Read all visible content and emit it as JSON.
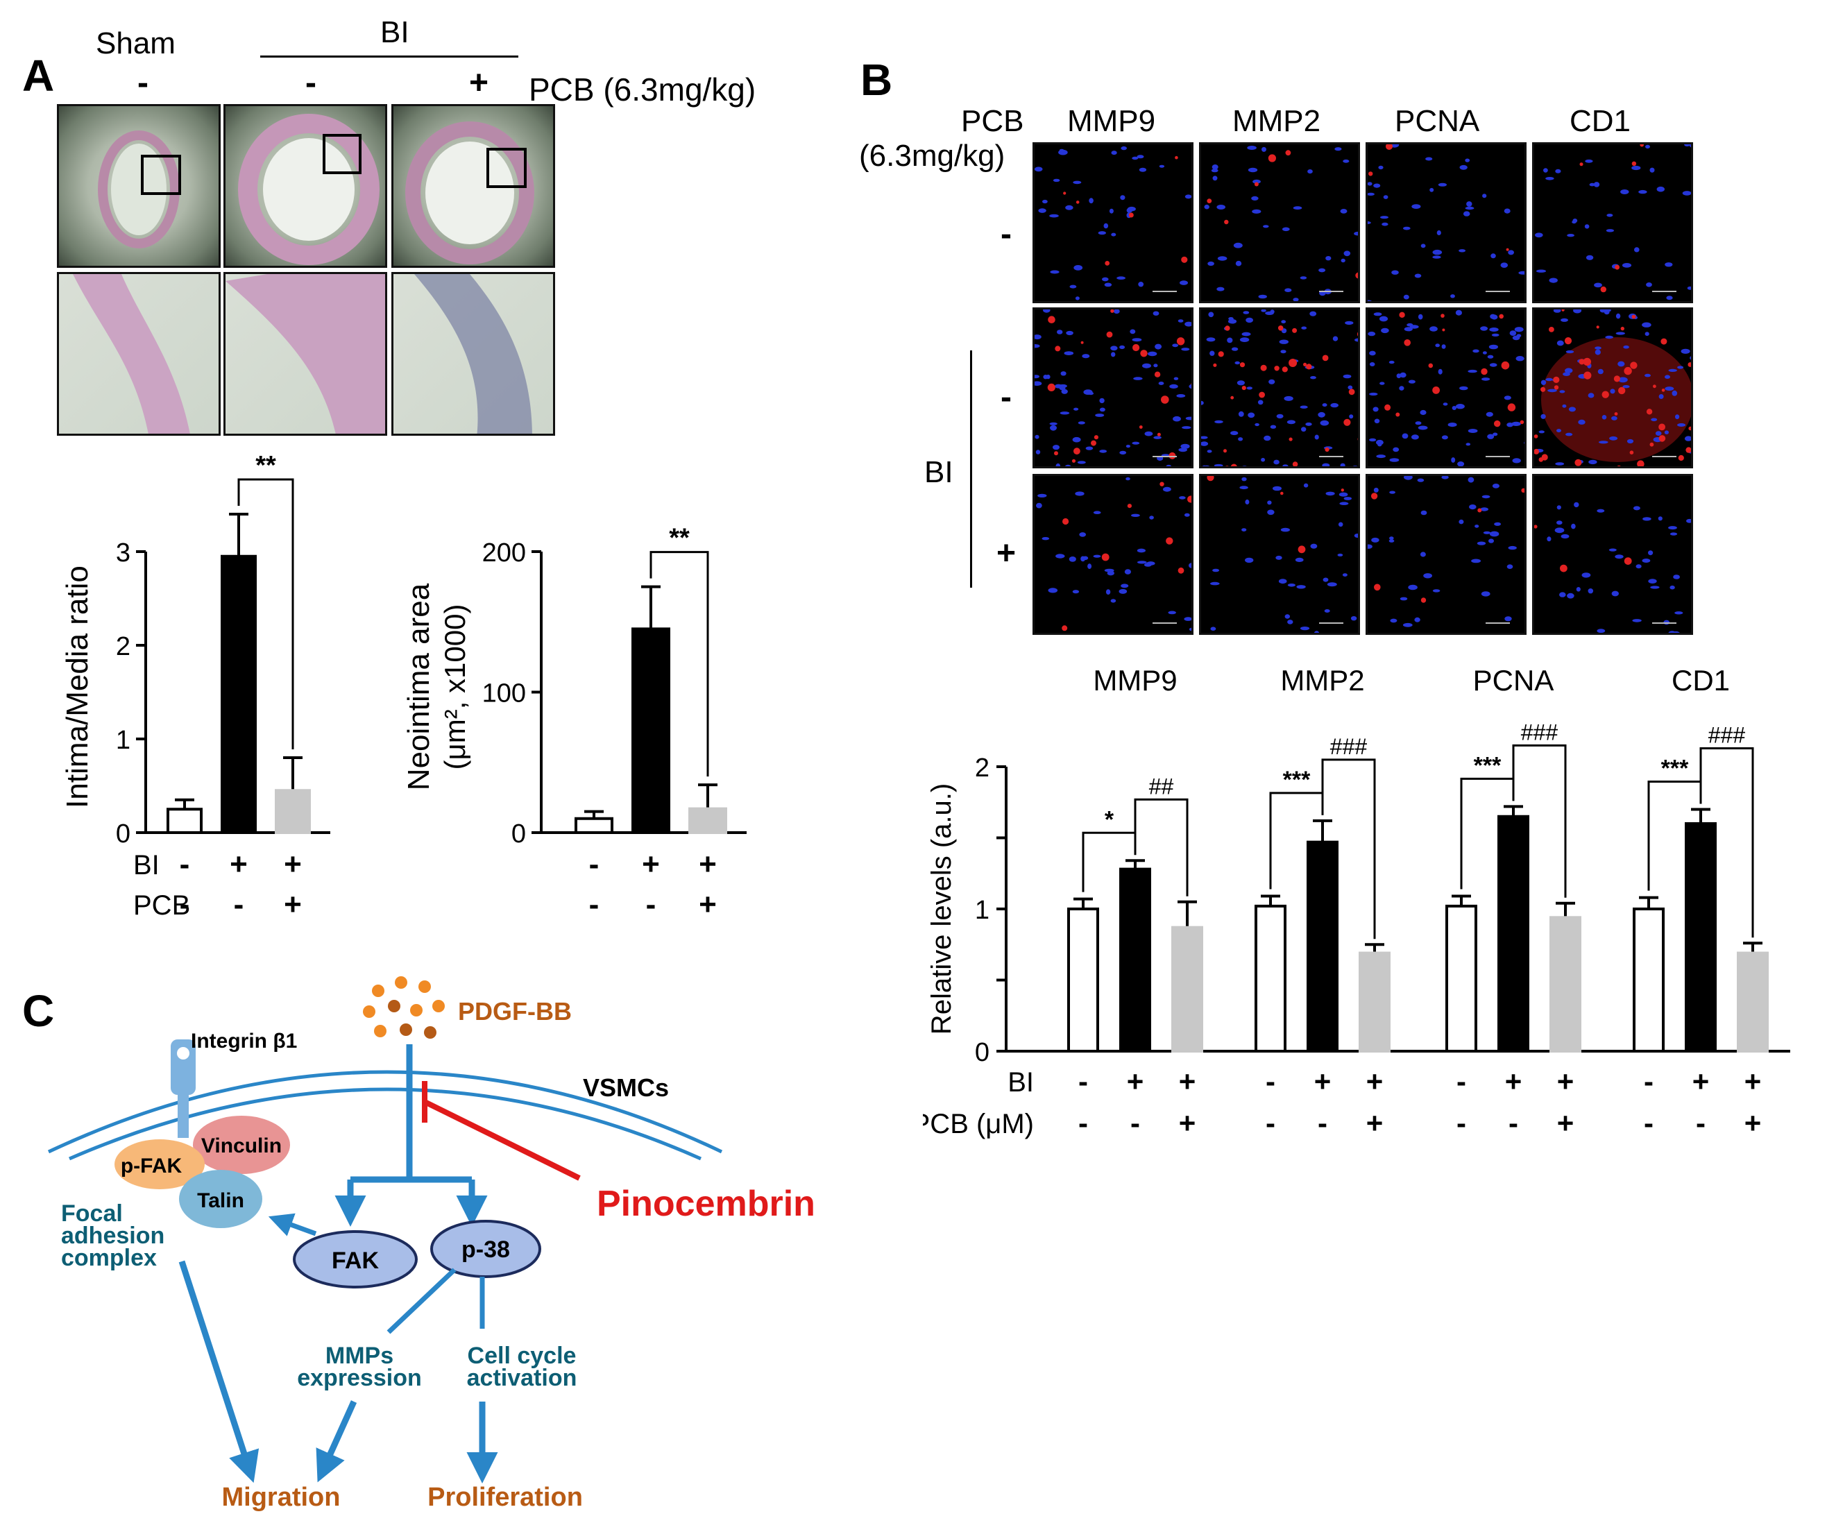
{
  "panels": {
    "A": {
      "letter": "A",
      "group_sham": "Sham",
      "group_bi": "BI",
      "treatment_label": "PCB (6.3mg/kg)",
      "columns": [
        {
          "sign": "-"
        },
        {
          "sign": "-"
        },
        {
          "sign": "+"
        }
      ]
    },
    "B": {
      "letter": "B",
      "treatment_label_line1": "PCB",
      "treatment_label_line2": "(6.3mg/kg)",
      "markers": [
        "MMP9",
        "MMP2",
        "PCNA",
        "CD1"
      ],
      "row_signs": [
        "-",
        "-",
        "+"
      ],
      "bi_label": "BI"
    },
    "C": {
      "letter": "C",
      "integrin": "Integrin β1",
      "pdgf": "PDGF-BB",
      "vsmc": "VSMCs",
      "vinculin": "Vinculin",
      "pfak": "p-FAK",
      "talin": "Talin",
      "focal_1": "Focal",
      "focal_2": "adhesion",
      "focal_3": "complex",
      "fak": "FAK",
      "p38": "p-38",
      "inhibitor": "Pinocembrin",
      "mmps_1": "MMPs",
      "mmps_2": "expression",
      "cell_1": "Cell cycle",
      "cell_2": "activation",
      "migration": "Migration",
      "proliferation": "Proliferation"
    }
  },
  "chart_data": [
    {
      "type": "bar",
      "ylabel": "Intima/Media ratio",
      "ylim": [
        0,
        3
      ],
      "yticks": [
        "0",
        "1",
        "2",
        "3"
      ],
      "categories": [
        "Sham",
        "BI",
        "BI+PCB"
      ],
      "values": [
        0.25,
        2.95,
        0.45
      ],
      "errors": [
        0.1,
        0.45,
        0.35
      ],
      "colors": [
        "#ffffff",
        "#000000",
        "#c8c8c8"
      ],
      "significance": [
        {
          "from": 1,
          "to": 2,
          "label": "**"
        }
      ],
      "row1_label": "BI",
      "row1": [
        "-",
        "+",
        "+"
      ],
      "row2_label": "PCB",
      "row2": [
        "-",
        "-",
        "+"
      ]
    },
    {
      "type": "bar",
      "ylabel_line1": "Neointima area",
      "ylabel_line2": "(μm², x1000)",
      "ylim": [
        0,
        200
      ],
      "yticks": [
        "0",
        "100",
        "200"
      ],
      "categories": [
        "Sham",
        "BI",
        "BI+PCB"
      ],
      "values": [
        10,
        145,
        17
      ],
      "errors": [
        5,
        30,
        17
      ],
      "colors": [
        "#ffffff",
        "#000000",
        "#c8c8c8"
      ],
      "significance": [
        {
          "from": 1,
          "to": 2,
          "label": "**"
        }
      ],
      "row1": [
        "-",
        "+",
        "+"
      ],
      "row2": [
        "-",
        "-",
        "+"
      ]
    },
    {
      "type": "bar",
      "ylabel": "Relative levels (a.u.)",
      "ylim": [
        0,
        2
      ],
      "yticks": [
        "0",
        "1",
        "2"
      ],
      "groups": [
        {
          "name": "MMP9",
          "values": [
            1.0,
            1.28,
            0.87
          ],
          "errors": [
            0.07,
            0.06,
            0.18
          ],
          "sig1": "*",
          "sig2": "##"
        },
        {
          "name": "MMP2",
          "values": [
            1.02,
            1.47,
            0.69
          ],
          "errors": [
            0.07,
            0.15,
            0.06
          ],
          "sig1": "***",
          "sig2": "###"
        },
        {
          "name": "PCNA",
          "values": [
            1.02,
            1.65,
            0.94
          ],
          "errors": [
            0.07,
            0.07,
            0.1
          ],
          "sig1": "***",
          "sig2": "###"
        },
        {
          "name": "CD1",
          "values": [
            1.0,
            1.6,
            0.69
          ],
          "errors": [
            0.08,
            0.1,
            0.07
          ],
          "sig1": "***",
          "sig2": "###"
        }
      ],
      "colors": [
        "#ffffff",
        "#000000",
        "#c8c8c8"
      ],
      "row1_label": "BI",
      "row1": [
        "-",
        "+",
        "+"
      ],
      "row2_label": "PCB (μM)",
      "row2": [
        "-",
        "-",
        "+"
      ]
    }
  ]
}
